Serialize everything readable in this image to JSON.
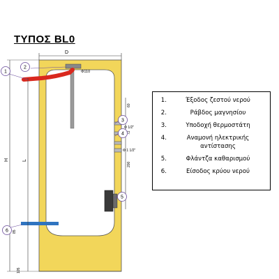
{
  "title": "ΤΥΠΟΣ BL0",
  "callouts": [
    "1",
    "2",
    "3",
    "4",
    "5",
    "6"
  ],
  "dimensions": {
    "D": "D",
    "H": "H",
    "L": "L",
    "phi110": "Φ110",
    "phi_half": "Φ 1/2\"",
    "phi_one_half": "Φ 1 1/2\"",
    "d200": "200",
    "d60": "60",
    "d72": "72",
    "d85": "85",
    "d105": "105"
  },
  "legend": [
    {
      "num": "1.",
      "text": "Έξοδος ζεστού νερού"
    },
    {
      "num": "2.",
      "text": "Ράβδος μαγνησίου"
    },
    {
      "num": "3.",
      "text": "Υποδοχή θερμοστάτη"
    },
    {
      "num": "4.",
      "text": "Αναμονή ηλεκτρικής αντίστασης"
    },
    {
      "num": "5.",
      "text": "Φλάντζα καθαρισμού"
    },
    {
      "num": "6.",
      "text": "Είσοδος κρύου νερού"
    }
  ],
  "colors": {
    "insulation": "#f2d65a",
    "tank": "#ffffff",
    "hot_pipe": "#d9281e",
    "cold_pipe": "#2f74c0",
    "callout_ring": "#6a4c9c",
    "dimension": "#3c3c3c"
  }
}
